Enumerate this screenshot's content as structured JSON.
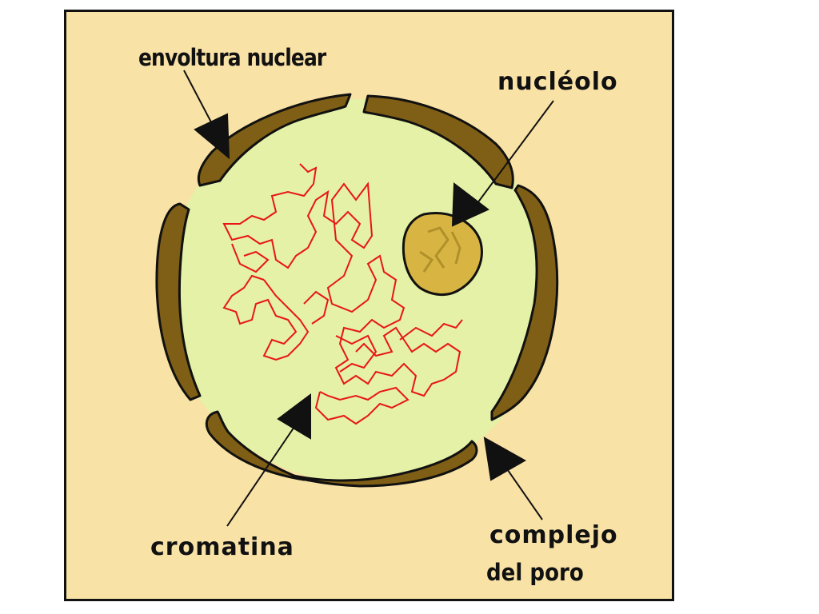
{
  "labels": {
    "envoltura": "envoltura nuclear",
    "nucleolo": "nucléolo",
    "cromatina": "cromatina",
    "complejo_line1": "complejo",
    "complejo_line2": "del poro"
  },
  "colors": {
    "background": "#f9e2a6",
    "nucleoplasm": "#e4f1a6",
    "envelope": "#7f5e16",
    "nucleolus": "#d8b542",
    "chromatin": "#e81616",
    "outline": "#111111"
  }
}
